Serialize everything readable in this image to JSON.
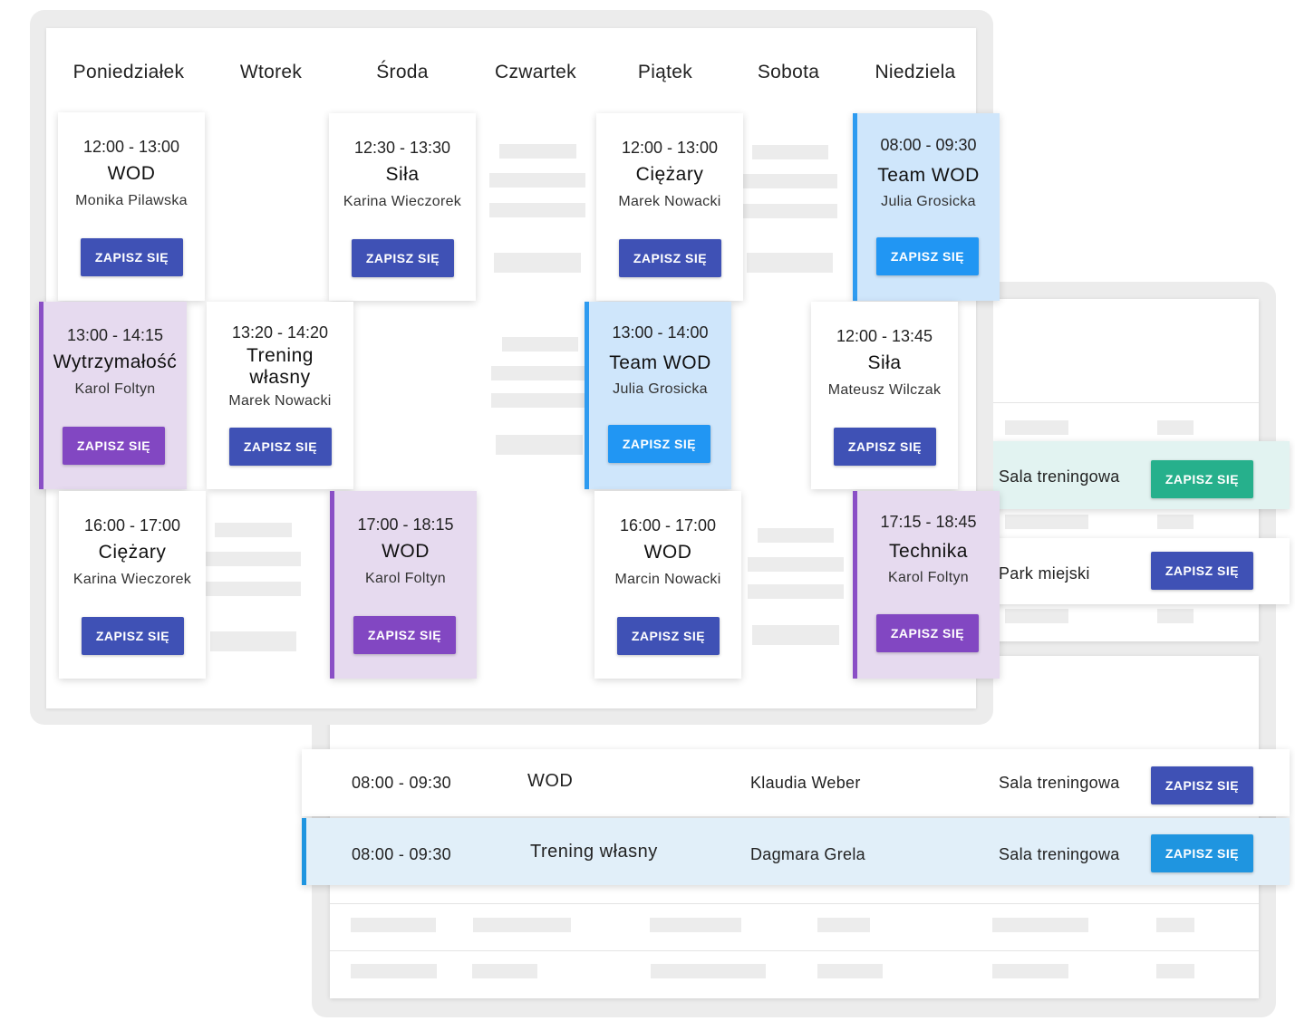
{
  "days": [
    "Poniedziałek",
    "Wtorek",
    "Środa",
    "Czwartek",
    "Piątek",
    "Sobota",
    "Niedziela"
  ],
  "colors": {
    "indigo_button": "#3f51b5",
    "blue_button": "#2196f3",
    "purple_button": "#8247c2",
    "teal_button": "#26b08c",
    "blue_card_bg": "#cfe6fb",
    "purple_card_bg": "#e6daef",
    "frame_gray": "#ececec"
  },
  "cards": [
    {
      "time": "12:00 - 13:00",
      "title": "WOD",
      "coach": "Monika Pilawska",
      "button": "ZAPISZ SIĘ"
    },
    {
      "time": "12:30 - 13:30",
      "title": "Siła",
      "coach": "Karina Wieczorek",
      "button": "ZAPISZ SIĘ"
    },
    {
      "time": "12:00 - 13:00",
      "title": "Ciężary",
      "coach": "Marek Nowacki",
      "button": "ZAPISZ SIĘ"
    },
    {
      "time": "08:00 - 09:30",
      "title": "Team WOD",
      "coach": "Julia Grosicka",
      "button": "ZAPISZ SIĘ"
    },
    {
      "time": "13:00 - 14:15",
      "title": "Wytrzymałość",
      "coach": "Karol Foltyn",
      "button": "ZAPISZ SIĘ"
    },
    {
      "time": "13:20 - 14:20",
      "title": "Trening własny",
      "coach": "Marek Nowacki",
      "button": "ZAPISZ SIĘ"
    },
    {
      "time": "13:00 - 14:00",
      "title": "Team WOD",
      "coach": "Julia Grosicka",
      "button": "ZAPISZ SIĘ"
    },
    {
      "time": "12:00 - 13:45",
      "title": "Siła",
      "coach": "Mateusz Wilczak",
      "button": "ZAPISZ SIĘ"
    },
    {
      "time": "16:00 - 17:00",
      "title": "Ciężary",
      "coach": "Karina Wieczorek",
      "button": "ZAPISZ SIĘ"
    },
    {
      "time": "17:00 - 18:15",
      "title": "WOD",
      "coach": "Karol Foltyn",
      "button": "ZAPISZ SIĘ"
    },
    {
      "time": "16:00 - 17:00",
      "title": "WOD",
      "coach": "Marcin Nowacki",
      "button": "ZAPISZ SIĘ"
    },
    {
      "time": "17:15 - 18:45",
      "title": "Technika",
      "coach": "Karol Foltyn",
      "button": "ZAPISZ SIĘ"
    }
  ],
  "list_side_rows": [
    {
      "place": "Sala treningowa",
      "button": "ZAPISZ SIĘ"
    },
    {
      "place": "Park miejski",
      "button": "ZAPISZ SIĘ"
    }
  ],
  "list_rows": [
    {
      "time": "08:00 - 09:30",
      "title": "WOD",
      "coach": "Klaudia Weber",
      "place": "Sala treningowa",
      "button": "ZAPISZ SIĘ"
    },
    {
      "time": "08:00 - 09:30",
      "title": "Trening własny",
      "coach": "Dagmara Grela",
      "place": "Sala treningowa",
      "button": "ZAPISZ SIĘ"
    }
  ]
}
